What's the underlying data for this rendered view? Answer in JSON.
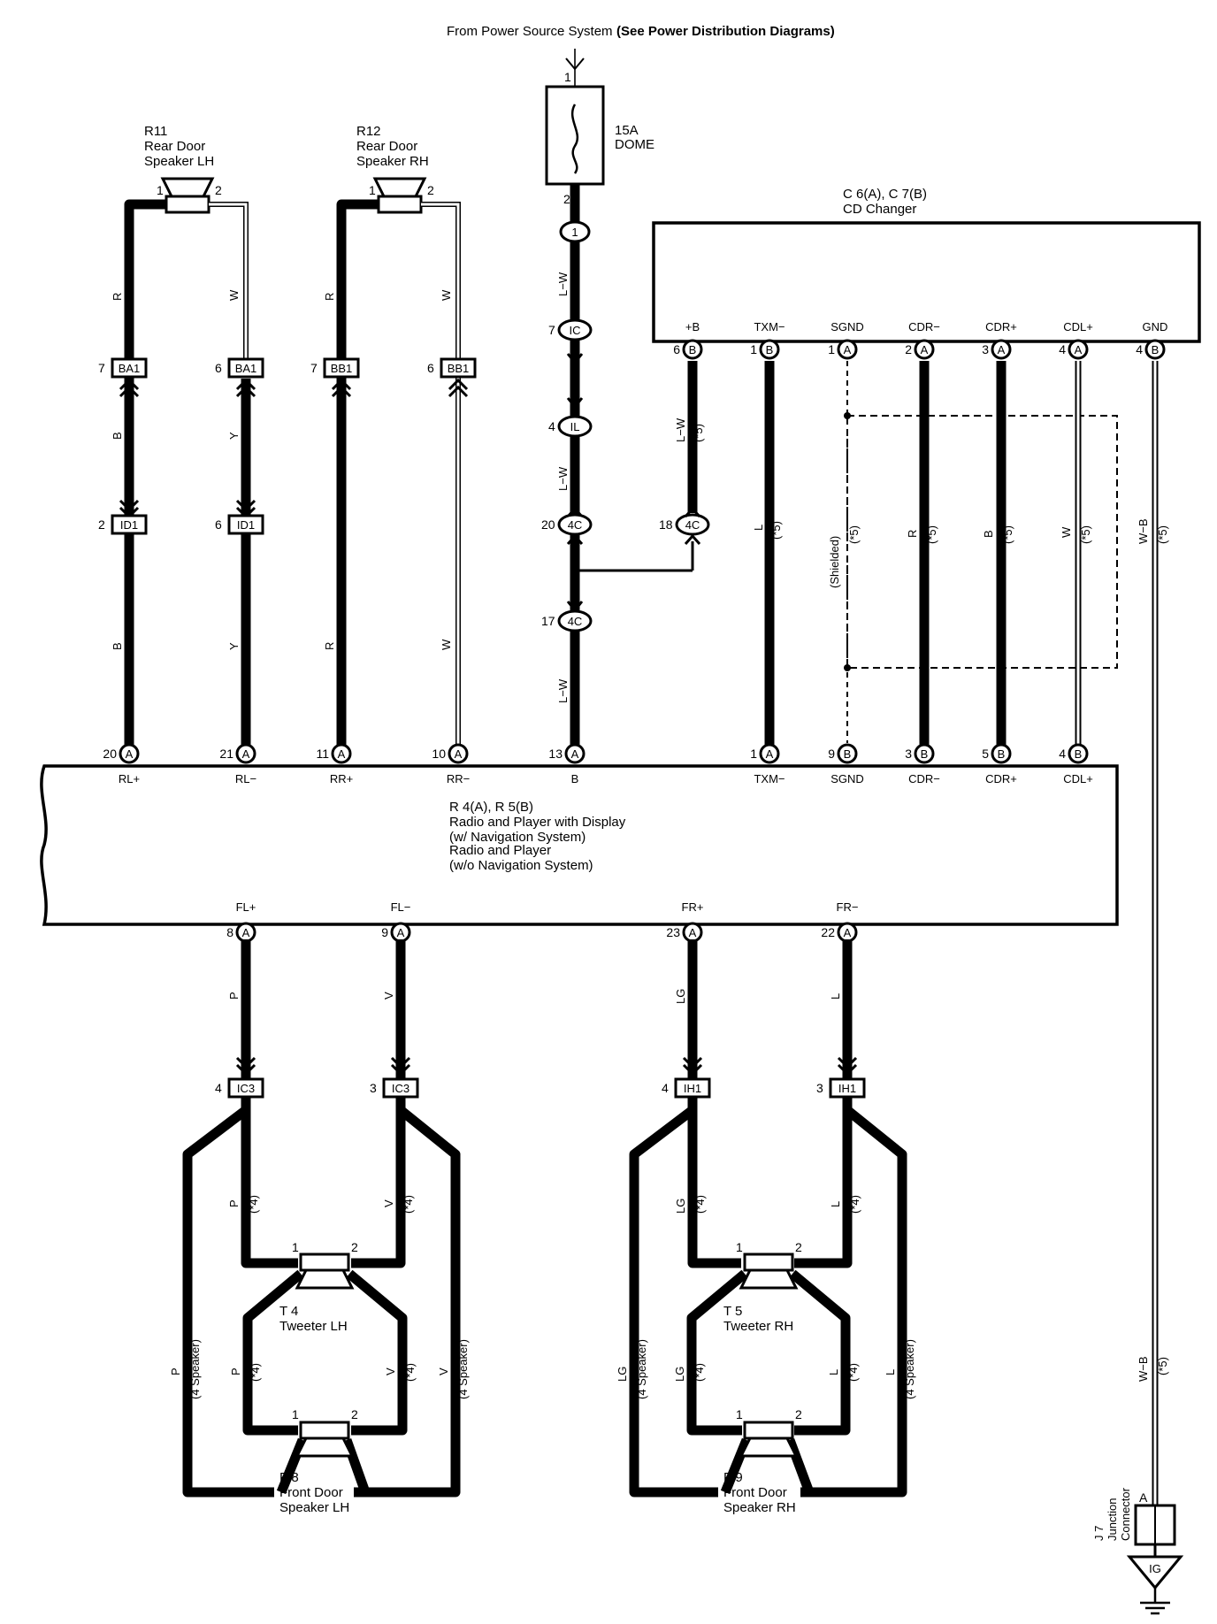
{
  "header": {
    "source": "From Power Source System",
    "see": "(See Power Distribution Diagrams)"
  },
  "fuse": {
    "rating": "15A",
    "name": "DOME",
    "pin_top": "1",
    "pin_bottom": "2"
  },
  "rear_lh": {
    "code": "R11",
    "line1": "Rear Door",
    "line2": "Speaker LH",
    "pin1": "1",
    "pin2": "2"
  },
  "rear_rh": {
    "code": "R12",
    "line1": "Rear Door",
    "line2": "Speaker RH",
    "pin1": "1",
    "pin2": "2"
  },
  "cd": {
    "code": "C 6(A), C 7(B)",
    "name": "CD Changer",
    "terms": [
      "+B",
      "TXM−",
      "SGND",
      "CDR−",
      "CDR+",
      "CDL+",
      "GND"
    ],
    "pins": [
      "6",
      "1",
      "1",
      "2",
      "3",
      "4",
      "4"
    ],
    "letters": [
      "B",
      "B",
      "A",
      "A",
      "A",
      "A",
      "B"
    ]
  },
  "radio": {
    "code": "R 4(A), R 5(B)",
    "line1": "Radio and Player with Display",
    "line2": "(w/ Navigation System)",
    "line3": "Radio and Player",
    "line4": "(w/o Navigation System)",
    "top_terms": [
      "RL+",
      "RL−",
      "RR+",
      "RR−",
      "B",
      "TXM−",
      "SGND",
      "CDR−",
      "CDR+",
      "CDL+"
    ],
    "top_pins": [
      "20",
      "21",
      "11",
      "10",
      "13",
      "1",
      "9",
      "3",
      "5",
      "4"
    ],
    "top_letters": [
      "A",
      "A",
      "A",
      "A",
      "A",
      "A",
      "B",
      "B",
      "B",
      "B"
    ],
    "bottom_terms": [
      "FL+",
      "FL−",
      "FR+",
      "FR−"
    ],
    "bottom_pins": [
      "8",
      "9",
      "23",
      "22"
    ],
    "bottom_letters": [
      "A",
      "A",
      "A",
      "A"
    ]
  },
  "connectors": {
    "ba1": "BA1",
    "bb1": "BB1",
    "id1": "ID1",
    "ic3": "IC3",
    "ih1": "IH1",
    "j1": "1",
    "jic": "IC",
    "jil": "IL",
    "j4c": "4C",
    "pin_ba1_l": "7",
    "pin_ba1_r": "6",
    "pin_bb1_l": "7",
    "pin_bb1_r": "6",
    "pin_id1_l": "2",
    "pin_id1_r": "6",
    "pin_ic": "7",
    "pin_il": "4",
    "pin_4c_a": "20",
    "pin_4c_b": "18",
    "pin_4c_c": "17",
    "pin_ic3_l": "4",
    "pin_ic3_r": "3",
    "pin_ih1_l": "4",
    "pin_ih1_r": "3"
  },
  "wire_colors": {
    "r": "R",
    "w": "W",
    "b": "B",
    "y": "Y",
    "lw": "L−W",
    "l": "L",
    "p": "P",
    "v": "V",
    "lg": "LG",
    "wb": "W−B"
  },
  "notes": {
    "n5": "(*5)",
    "n4": "(*4)",
    "shielded": "(Shielded)",
    "sp4": "(4 Speaker)"
  },
  "tweeter_lh": {
    "code": "T 4",
    "name": "Tweeter LH",
    "pin1": "1",
    "pin2": "2"
  },
  "tweeter_rh": {
    "code": "T 5",
    "name": "Tweeter RH",
    "pin1": "1",
    "pin2": "2"
  },
  "front_lh": {
    "code": "F 8",
    "line1": "Front Door",
    "line2": "Speaker LH",
    "pin1": "1",
    "pin2": "2"
  },
  "front_rh": {
    "code": "F 9",
    "line1": "Front Door",
    "line2": "Speaker RH",
    "pin1": "1",
    "pin2": "2"
  },
  "junction": {
    "code": "J 7",
    "line1": "Junction",
    "line2": "Connector",
    "pin": "A",
    "ground": "IG"
  }
}
